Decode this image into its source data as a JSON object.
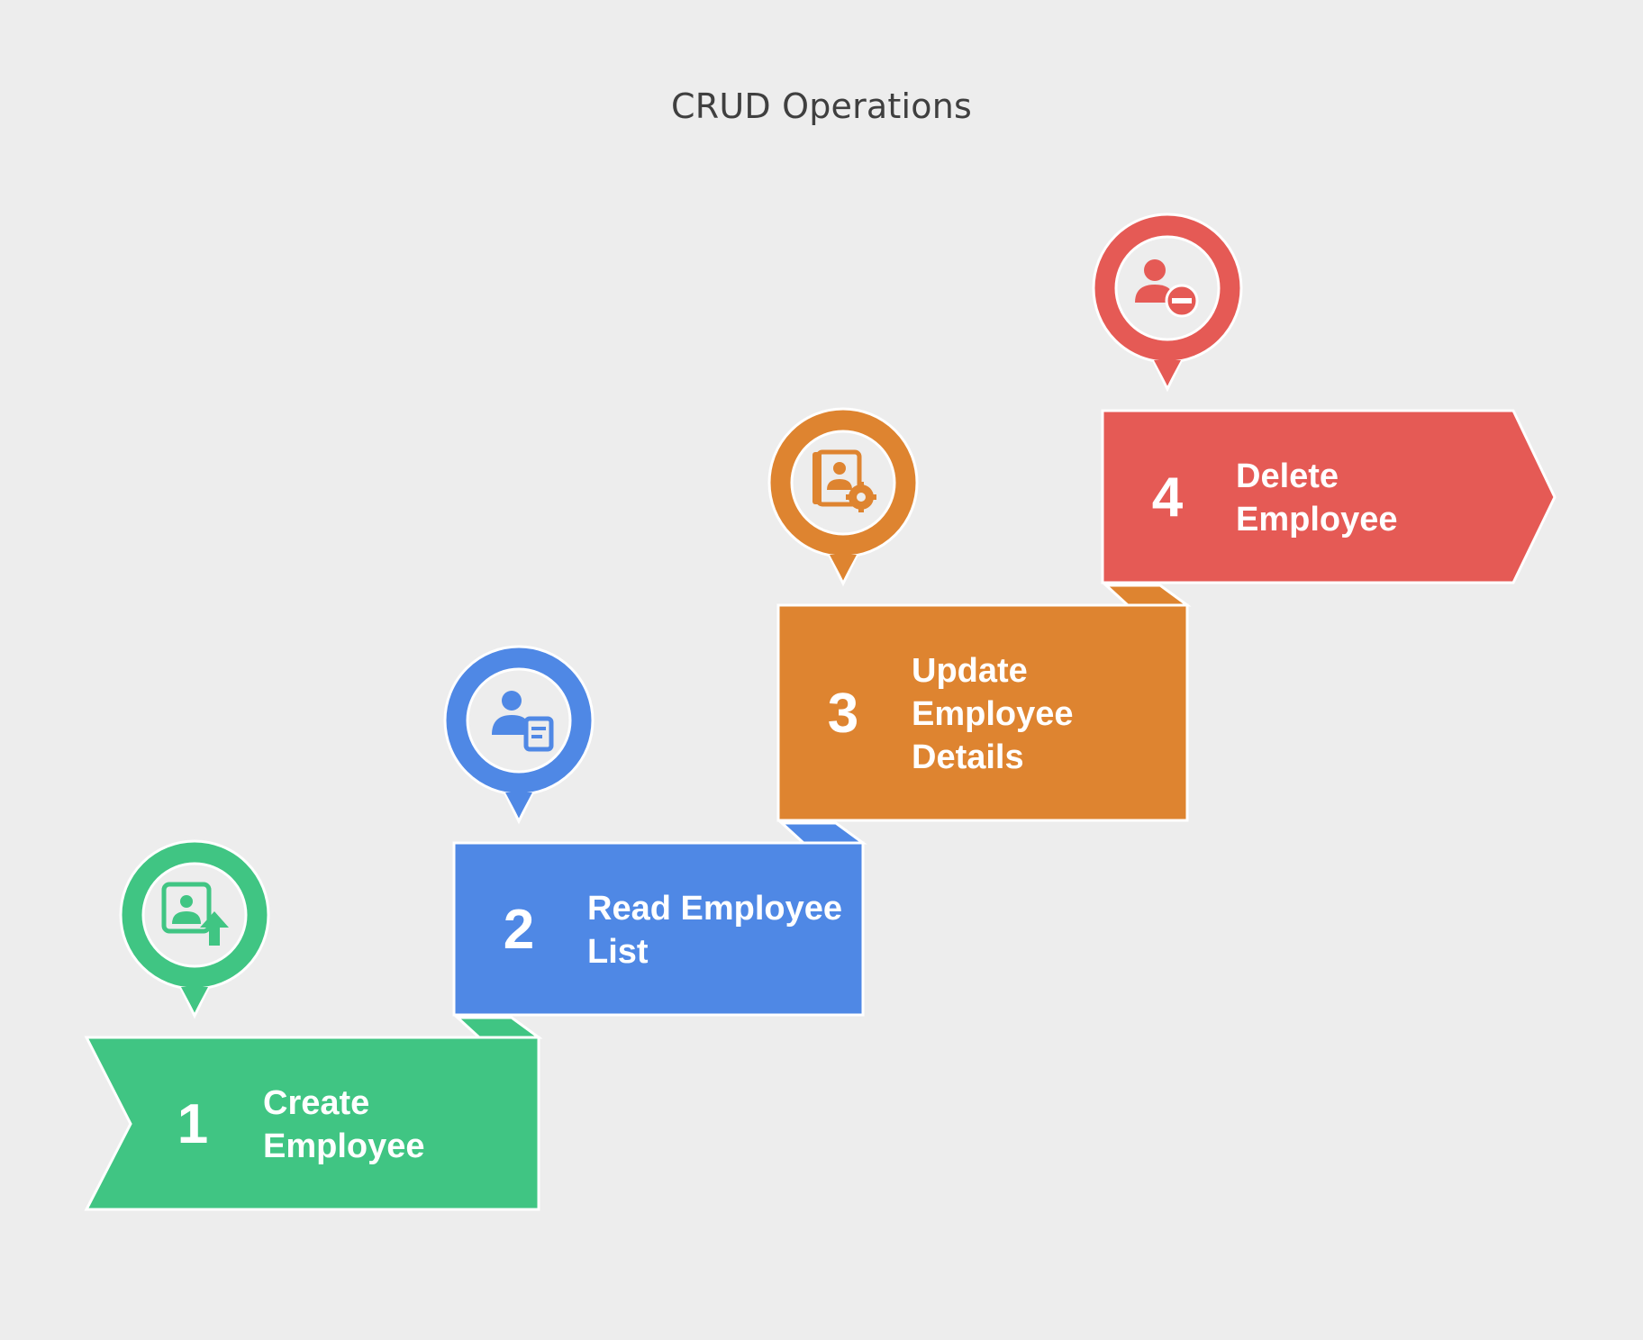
{
  "title": "CRUD Operations",
  "steps": [
    {
      "number": "1",
      "label_lines": [
        "Create",
        "Employee"
      ],
      "color": "#40c583",
      "icon": "user-upload-icon"
    },
    {
      "number": "2",
      "label_lines": [
        "Read Employee",
        "List"
      ],
      "color": "#4f88e5",
      "icon": "user-list-icon"
    },
    {
      "number": "3",
      "label_lines": [
        "Update",
        "Employee",
        "Details"
      ],
      "color": "#de8430",
      "icon": "user-settings-icon"
    },
    {
      "number": "4",
      "label_lines": [
        "Delete",
        "Employee"
      ],
      "color": "#e55a55",
      "icon": "user-remove-icon"
    }
  ]
}
